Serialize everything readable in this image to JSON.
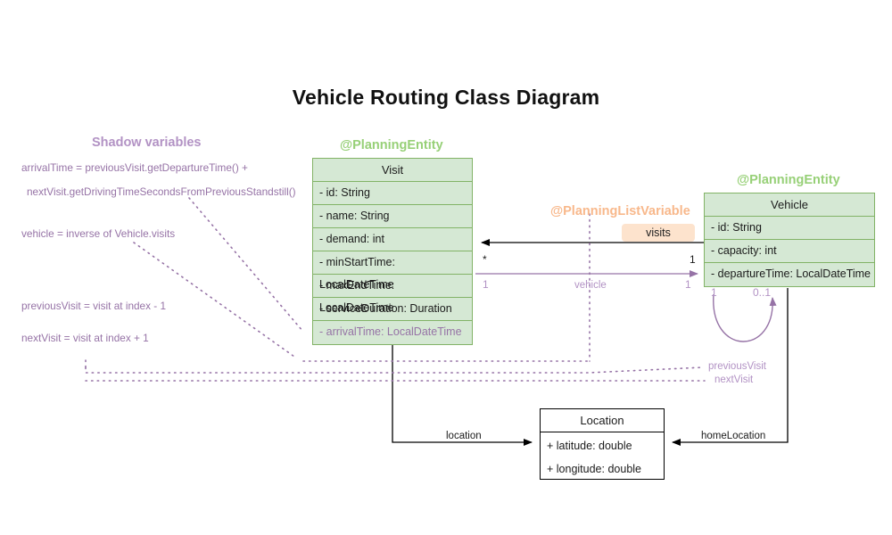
{
  "diagram": {
    "title": "Vehicle Routing Class Diagram",
    "colors": {
      "entity_fill": "#d5e8d4",
      "entity_border": "#82b366",
      "stereotype_green": "#97d077",
      "stereotype_orange": "#f8b88b",
      "shadow_purple": "#9673a6",
      "badge_fill": "#fde3cd",
      "plain_border": "#000000"
    }
  },
  "shadow_panel": {
    "heading": "Shadow variables",
    "notes": [
      "arrivalTime = previousVisit.getDepartureTime() +",
      "nextVisit.getDrivingTimeSecondsFromPreviousStandstill()",
      "vehicle = inverse of Vehicle.visits",
      "previousVisit = visit at index - 1",
      "nextVisit = visit at index + 1"
    ]
  },
  "classes": {
    "visit": {
      "stereotype": "@PlanningEntity",
      "name": "Visit",
      "attributes": [
        {
          "text": "- id: String",
          "shadow": false
        },
        {
          "text": "- name: String",
          "shadow": false
        },
        {
          "text": "- demand: int",
          "shadow": false
        },
        {
          "text": "- minStartTime: LocalDateTime",
          "shadow": false
        },
        {
          "text": "- maxEndTime: LocalDateTime",
          "shadow": false
        },
        {
          "text": "- serviceDuration: Duration",
          "shadow": false
        },
        {
          "text": "- arrivalTime: LocalDateTime",
          "shadow": true
        }
      ]
    },
    "vehicle": {
      "stereotype": "@PlanningEntity",
      "name": "Vehicle",
      "attributes": [
        {
          "text": "- id: String",
          "shadow": false
        },
        {
          "text": "- capacity: int",
          "shadow": false
        },
        {
          "text": "- departureTime: LocalDateTime",
          "shadow": false
        }
      ]
    },
    "location": {
      "name": "Location",
      "attributes": [
        {
          "text": "+ latitude: double",
          "shadow": false
        },
        {
          "text": "+ longitude: double",
          "shadow": false
        }
      ]
    }
  },
  "relations": {
    "visits": {
      "stereotype": "@PlanningListVariable",
      "badge": "visits",
      "source_mult": "1",
      "target_mult": "*"
    },
    "vehicle": {
      "label": "vehicle",
      "source_mult": "1",
      "target_mult": "1"
    },
    "previous_visit": {
      "label": "previousVisit",
      "mult": "1"
    },
    "next_visit": {
      "label": "nextVisit",
      "mult": "0..1"
    },
    "location": {
      "label": "location"
    },
    "home_location": {
      "label": "homeLocation"
    }
  }
}
